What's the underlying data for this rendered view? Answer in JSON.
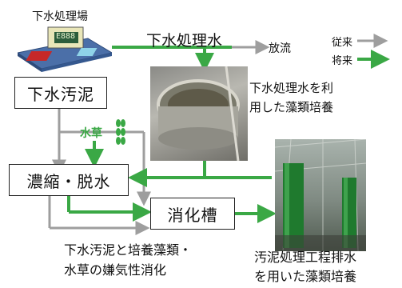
{
  "plant_label": "下水処理場",
  "plant_panel_text": "E888",
  "treated_water": "下水処理水",
  "discharge": "放流",
  "legend": {
    "conventional": "従来",
    "future": "将来",
    "conventional_color": "#9e9e9e",
    "future_color": "#3aa845"
  },
  "sewage_sludge": "下水汚泥",
  "algae_treated_water": [
    "下水処理水を利",
    "用した藻類培養"
  ],
  "aquatic_weeds": "水草",
  "thickening_dewatering": "濃縮・脱水",
  "digestion_tank": "消化槽",
  "anaerobic_digestion": [
    "下水汚泥と培養藻類・",
    "水草の嫌気性消化"
  ],
  "algae_wastewater": [
    "汚泥処理工程排水",
    "を用いた藻類培養"
  ]
}
